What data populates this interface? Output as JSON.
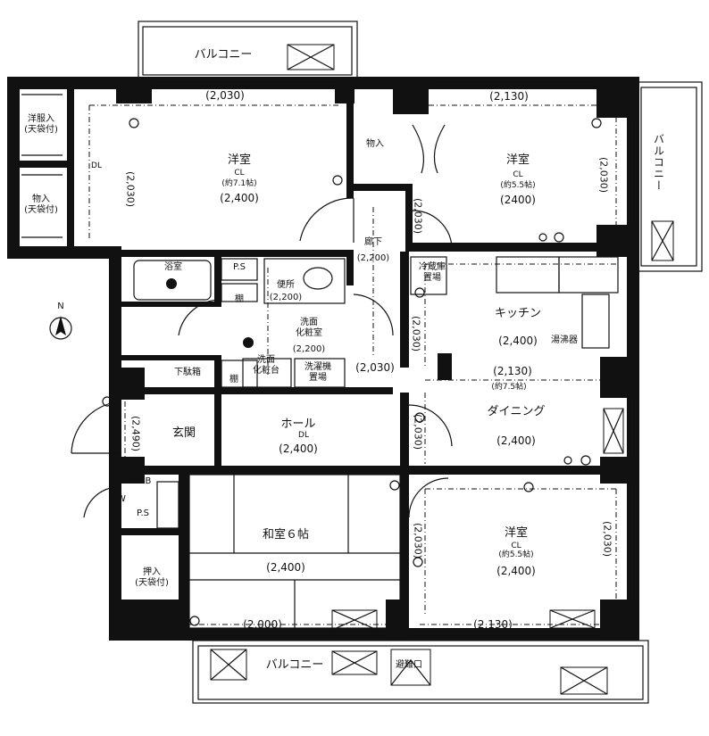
{
  "balconies": {
    "top": "バルコニー",
    "right": "バルコニー",
    "bottom": "バルコニー"
  },
  "rooms": {
    "nw_room": {
      "name": "洋室",
      "size": "(約7.1帖)",
      "ceiling": "(2,400)"
    },
    "ne_room": {
      "name": "洋室",
      "size": "(約5.5帖)",
      "ceiling": "(2400)"
    },
    "se_room": {
      "name": "洋室",
      "size": "(約5.5帖)",
      "ceiling": "(2,400)"
    },
    "washitsu": {
      "name": "和室６帖",
      "ceiling": "(2,400)"
    },
    "kitchen": {
      "name": "キッチン",
      "ceiling": "(2,400)",
      "extra": "湯沸器"
    },
    "dining": {
      "name": "ダイニング",
      "size": "(約7.5帖)",
      "ceiling": "(2,400)"
    },
    "hall": {
      "name": "ホール",
      "ceiling": "(2,400)"
    },
    "entrance": {
      "name": "玄関"
    },
    "corridor": {
      "name": "廊下",
      "ceiling": "(2,200)"
    },
    "bath": {
      "name": "浴室"
    },
    "toilet": {
      "name": "便所",
      "ceiling": "(2,200)"
    },
    "washroom": {
      "name": "洗面\n化粧室",
      "ceiling": "(2,200)"
    },
    "vanity": {
      "name": "洗面\n化粧台"
    },
    "laundry": {
      "name": "洗濯機\n置場"
    },
    "fridge": {
      "name": "冷蔵庫\n置場"
    },
    "closet_upper": {
      "name": "洋服入\n(天袋付)"
    },
    "closet_lower": {
      "name": "物入\n(天袋付)"
    },
    "storage_mid": {
      "name": "物入"
    },
    "oshiire": {
      "name": "押入\n(天袋付)"
    },
    "shoe": {
      "name": "下駄箱"
    },
    "shelf1": {
      "name": "棚"
    },
    "shelf2": {
      "name": "棚"
    },
    "ps1": {
      "name": "P.S"
    },
    "ps2": {
      "name": "P.S"
    },
    "mb": {
      "name": "M.B"
    },
    "escape": {
      "name": "避難口"
    }
  },
  "dimensions": {
    "d_top_left": "(2,030)",
    "d_top_right": "(2,130)",
    "d_nw_v": "(2,030)",
    "d_ne_v": "(2,030)",
    "d_corr_v": "(2,030)",
    "d_kitchen_v": "(2,030)",
    "d_mid_h": "(2,030)",
    "d_dining_h": "(2,130)",
    "d_entry_v": "(2,490)",
    "d_hall_v": "(2,030)",
    "d_se_left_v": "(2,030)",
    "d_se_right_v": "(2,030)",
    "d_bot_left": "(2,000)",
    "d_bot_right": "(2,130)"
  },
  "symbols": {
    "north": "N",
    "dl": "DL",
    "cl": "CL",
    "w": "W"
  }
}
